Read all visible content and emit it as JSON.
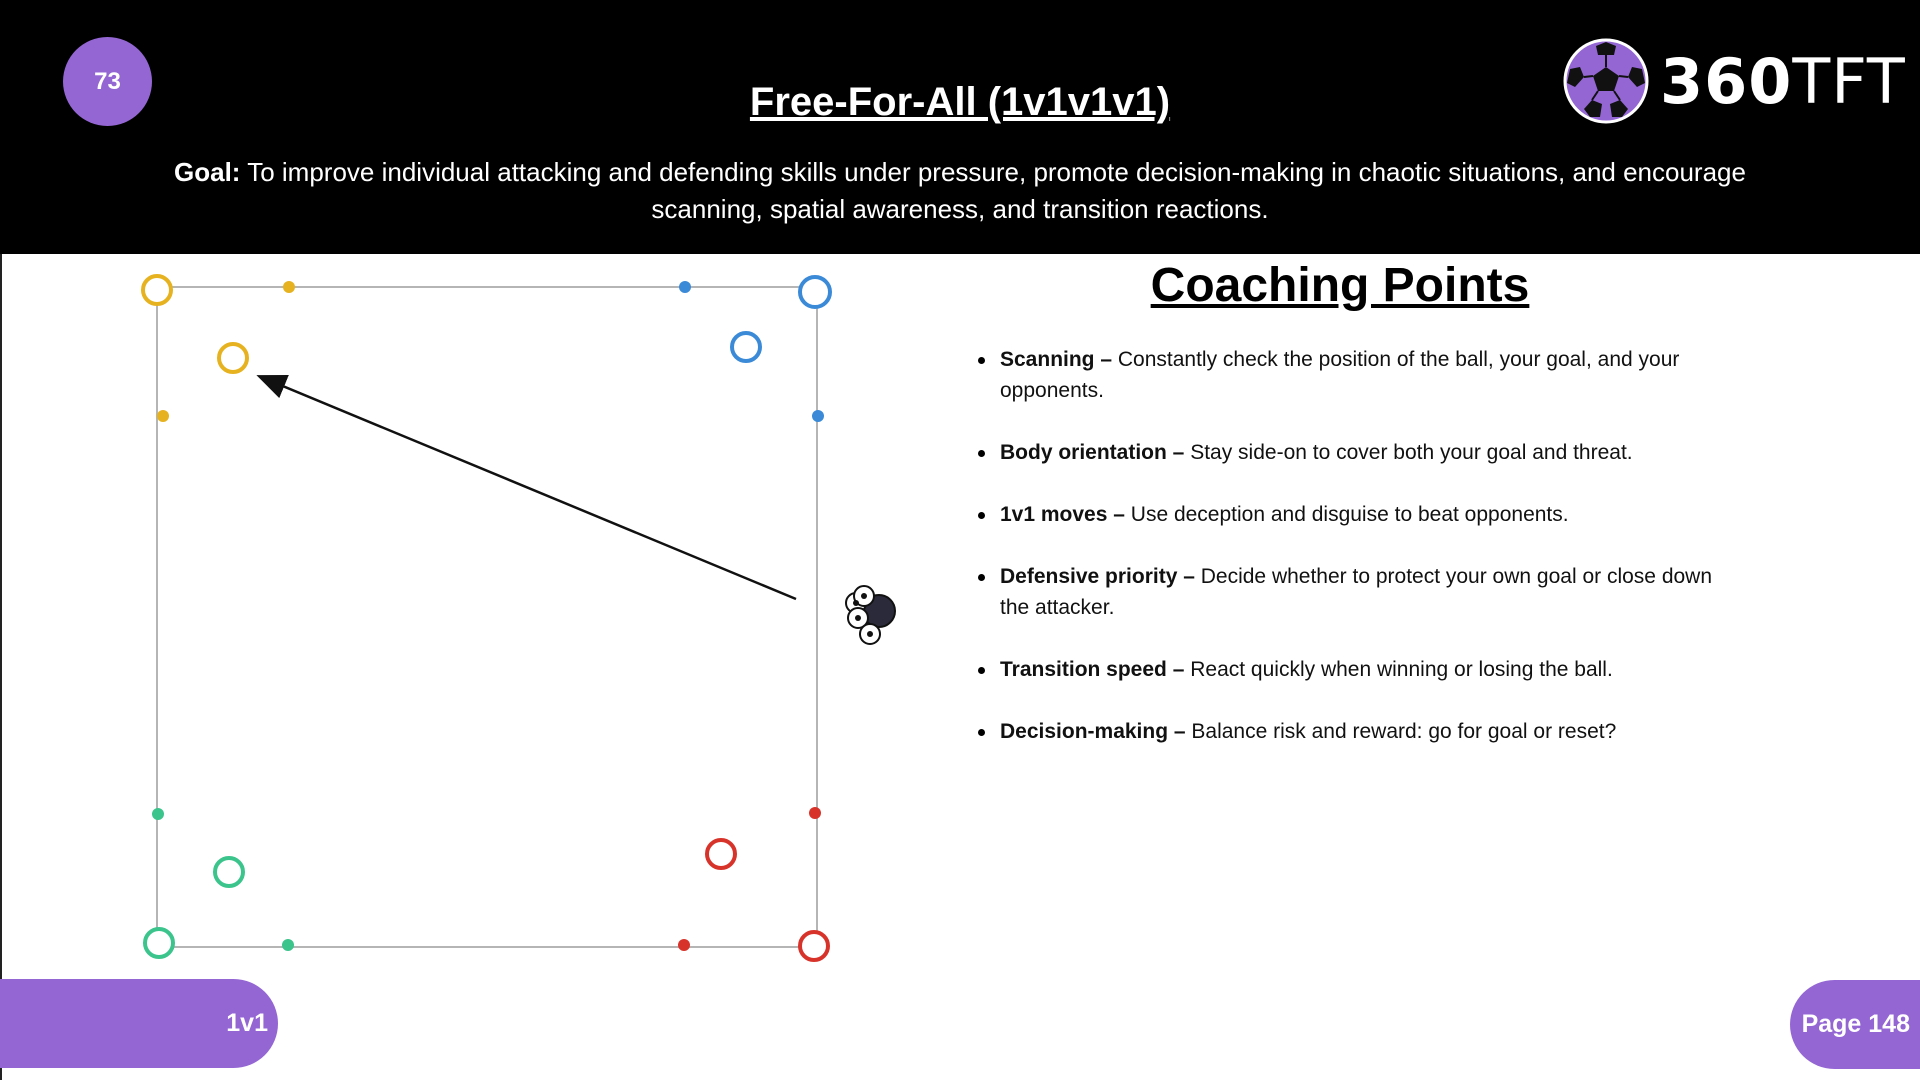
{
  "header": {
    "drill_number": "73",
    "title": "Free-For-All (1v1v1v1)",
    "goal_label": "Goal:",
    "goal_text": " To improve individual attacking and defending skills under pressure, promote decision-making in chaotic situations, and encourage scanning, spatial awareness, and transition reactions."
  },
  "logo": {
    "text_bold": "360",
    "text_light": "TFT",
    "icon": "soccer-ball-icon",
    "accent": "#9466d4"
  },
  "coaching": {
    "title": "Coaching Points",
    "points": [
      {
        "label": "Scanning –",
        "text": " Constantly check the position of the ball, your goal, and your opponents."
      },
      {
        "label": "Body orientation –",
        "text": " Stay side-on to cover both your goal and threat."
      },
      {
        "label": "1v1 moves –",
        "text": " Use deception and disguise to beat opponents."
      },
      {
        "label": "Defensive priority –",
        "text": " Decide whether to protect your own goal or close down the attacker."
      },
      {
        "label": "Transition speed –",
        "text": " React quickly when winning or losing the ball."
      },
      {
        "label": "Decision-making –",
        "text": " Balance risk and reward: go for goal or reset?"
      }
    ]
  },
  "footer": {
    "topic": "1v1",
    "page": "Page 148"
  },
  "colors": {
    "yellow": "#e6b21f",
    "blue": "#3b8ad8",
    "green": "#3bc48c",
    "red": "#d8332a",
    "purple": "#9466d4",
    "header_bg": "#000000"
  },
  "diagram": {
    "players": [
      {
        "team": "yellow",
        "role": "corner-goal"
      },
      {
        "team": "yellow",
        "role": "player"
      },
      {
        "team": "blue",
        "role": "corner-goal"
      },
      {
        "team": "blue",
        "role": "player"
      },
      {
        "team": "green",
        "role": "corner-goal"
      },
      {
        "team": "green",
        "role": "player"
      },
      {
        "team": "red",
        "role": "corner-goal"
      },
      {
        "team": "red",
        "role": "player"
      }
    ],
    "ball_source": "soccer-balls-icon"
  }
}
